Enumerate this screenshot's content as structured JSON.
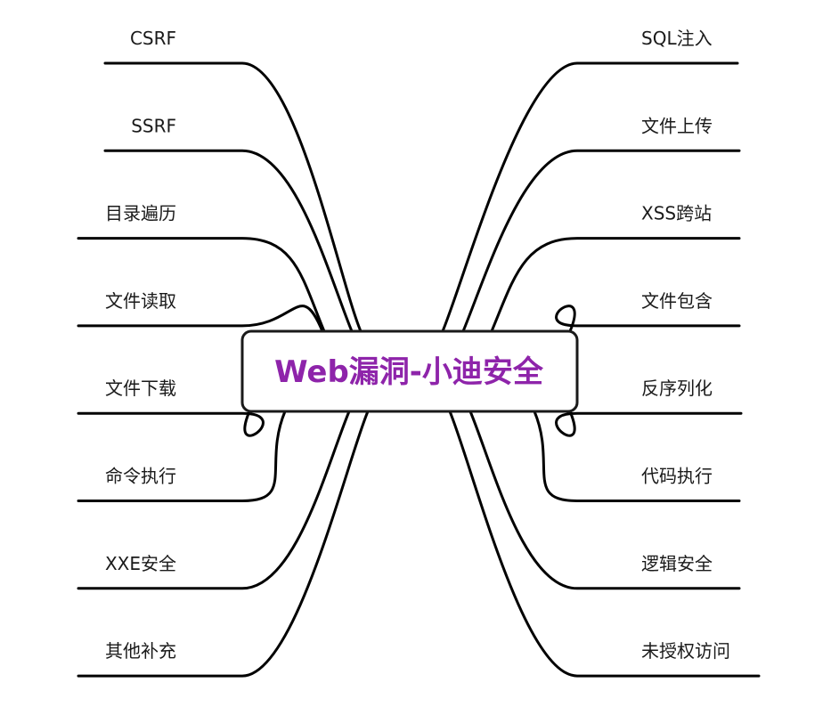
{
  "center": {
    "title": "Web漏洞-小迪安全",
    "title_color": "#8e24aa",
    "border_color": "#1a1a1a",
    "fill_color": "#ffffff"
  },
  "line_color": "#000000",
  "left_branches": [
    {
      "label": "CSRF"
    },
    {
      "label": "SSRF"
    },
    {
      "label": "目录遍历"
    },
    {
      "label": "文件读取"
    },
    {
      "label": "文件下载"
    },
    {
      "label": "命令执行"
    },
    {
      "label": "XXE安全"
    },
    {
      "label": "其他补充"
    }
  ],
  "right_branches": [
    {
      "label": "SQL注入"
    },
    {
      "label": "文件上传"
    },
    {
      "label": "XSS跨站"
    },
    {
      "label": "文件包含"
    },
    {
      "label": "反序列化"
    },
    {
      "label": "代码执行"
    },
    {
      "label": "逻辑安全"
    },
    {
      "label": "未授权访问"
    }
  ]
}
